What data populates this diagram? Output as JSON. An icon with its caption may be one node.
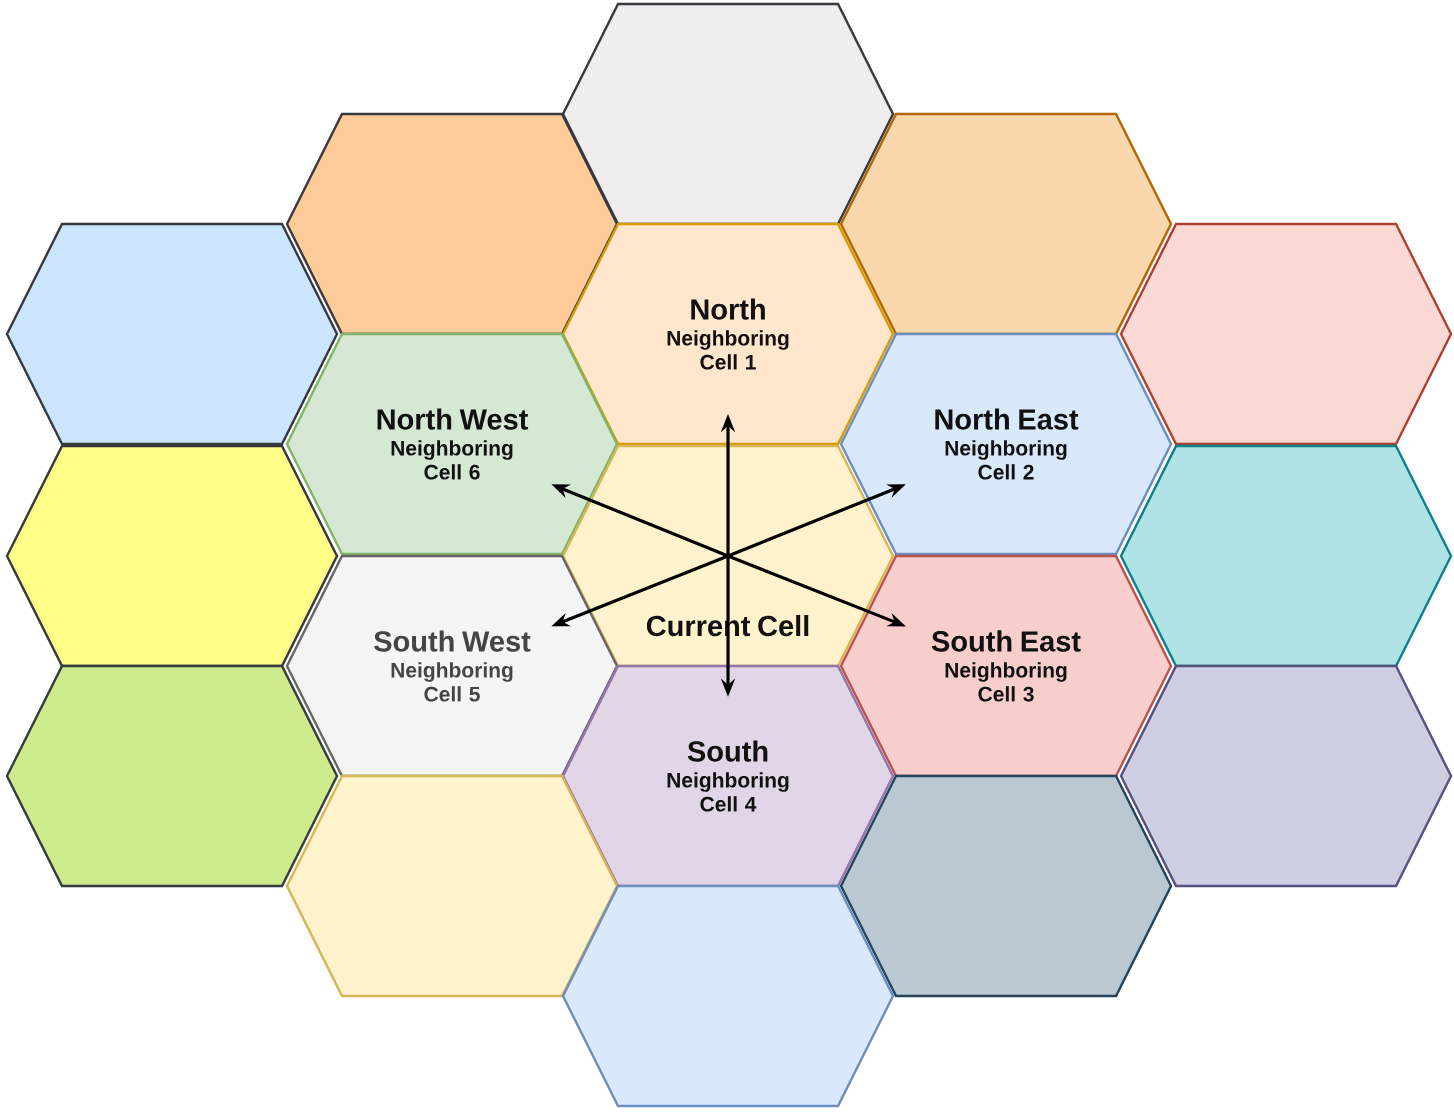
{
  "diagram": {
    "nodes": [
      {
        "text": [],
        "shape": "hexagon"
      },
      {
        "text": [],
        "shape": "hexagon"
      },
      {
        "text": [],
        "shape": "hexagon"
      },
      {
        "text": [],
        "shape": "hexagon"
      },
      {
        "text": [
          "North",
          "Neighboring Cell 1"
        ]
      },
      {
        "text": [],
        "shape": "hexagon"
      },
      {
        "text": [
          "North West",
          "Neighboring Cell 6"
        ]
      },
      {
        "text": [
          "North East",
          "Neighboring Cell 2"
        ]
      },
      {
        "text": [],
        "shape": "hexagon"
      },
      {
        "text": [
          "Current Cell"
        ]
      },
      {
        "text": [],
        "shape": "hexagon"
      },
      {
        "text": [
          "South West",
          "Neighboring Cell 5"
        ]
      },
      {
        "text": [
          "South East",
          "Neighboring Cell 3"
        ]
      },
      {
        "text": [],
        "shape": "hexagon"
      },
      {
        "text": [
          "South",
          "Neighboring Cell 4"
        ]
      },
      {
        "text": [],
        "shape": "hexagon"
      },
      {
        "text": [],
        "shape": "hexagon"
      },
      {
        "text": [],
        "shape": "hexagon"
      },
      {
        "text": [],
        "shape": "hexagon"
      }
    ],
    "edges": [
      {
        "from": 9,
        "to": 4,
        "arrow": "to"
      },
      {
        "from": 9,
        "to": 7,
        "arrow": "to"
      },
      {
        "from": 9,
        "to": 12,
        "arrow": "to"
      },
      {
        "from": 9,
        "to": 14,
        "arrow": "to"
      },
      {
        "from": 9,
        "to": 11,
        "arrow": "to"
      },
      {
        "from": 9,
        "to": 6,
        "arrow": "to"
      }
    ]
  }
}
